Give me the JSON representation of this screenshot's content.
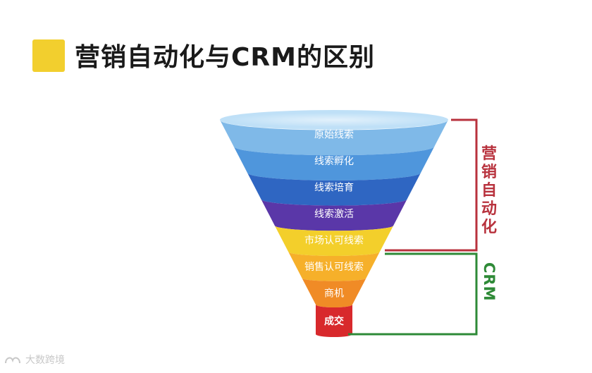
{
  "title": "营销自动化与CRM的区别",
  "funnel": {
    "levels": [
      {
        "label": "原始线索",
        "color": "#7fb9e8"
      },
      {
        "label": "线索孵化",
        "color": "#4f96dc"
      },
      {
        "label": "线索培育",
        "color": "#2f66c2"
      },
      {
        "label": "线索激活",
        "color": "#5a37a8"
      },
      {
        "label": "市场认可线索",
        "color": "#f3cf2b"
      },
      {
        "label": "销售认可线索",
        "color": "#f6b02a"
      },
      {
        "label": "商机",
        "color": "#f08b26"
      },
      {
        "label": "成交",
        "color": "#d8292c"
      }
    ]
  },
  "brackets": {
    "marketing_automation": {
      "label": "营销自动化",
      "color": "#b8323d"
    },
    "crm": {
      "label": "CRM",
      "color": "#2e8a37"
    }
  },
  "watermark": "大数跨境"
}
